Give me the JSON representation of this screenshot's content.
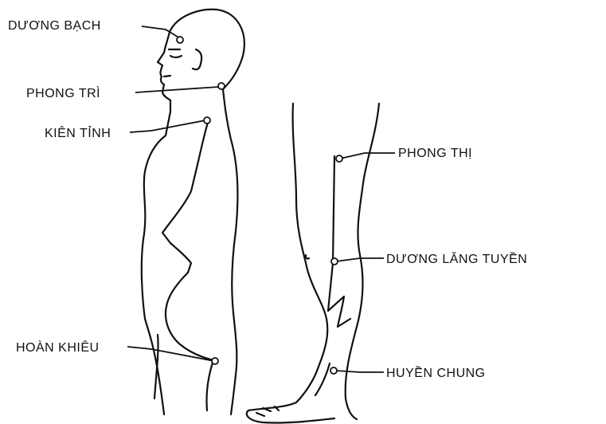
{
  "labels": {
    "duong_bach": "DƯƠNG BẠCH",
    "phong_tri": "PHONG TRÌ",
    "kien_tinh": "KIÊN TỈNH",
    "hoan_khieu": "HOÀN KHIÊU",
    "phong_thi": "PHONG THỊ",
    "duong_lang_tuyen": "DƯƠNG LĂNG TUYỀN",
    "huyen_chung": "HUYỀN CHUNG"
  }
}
